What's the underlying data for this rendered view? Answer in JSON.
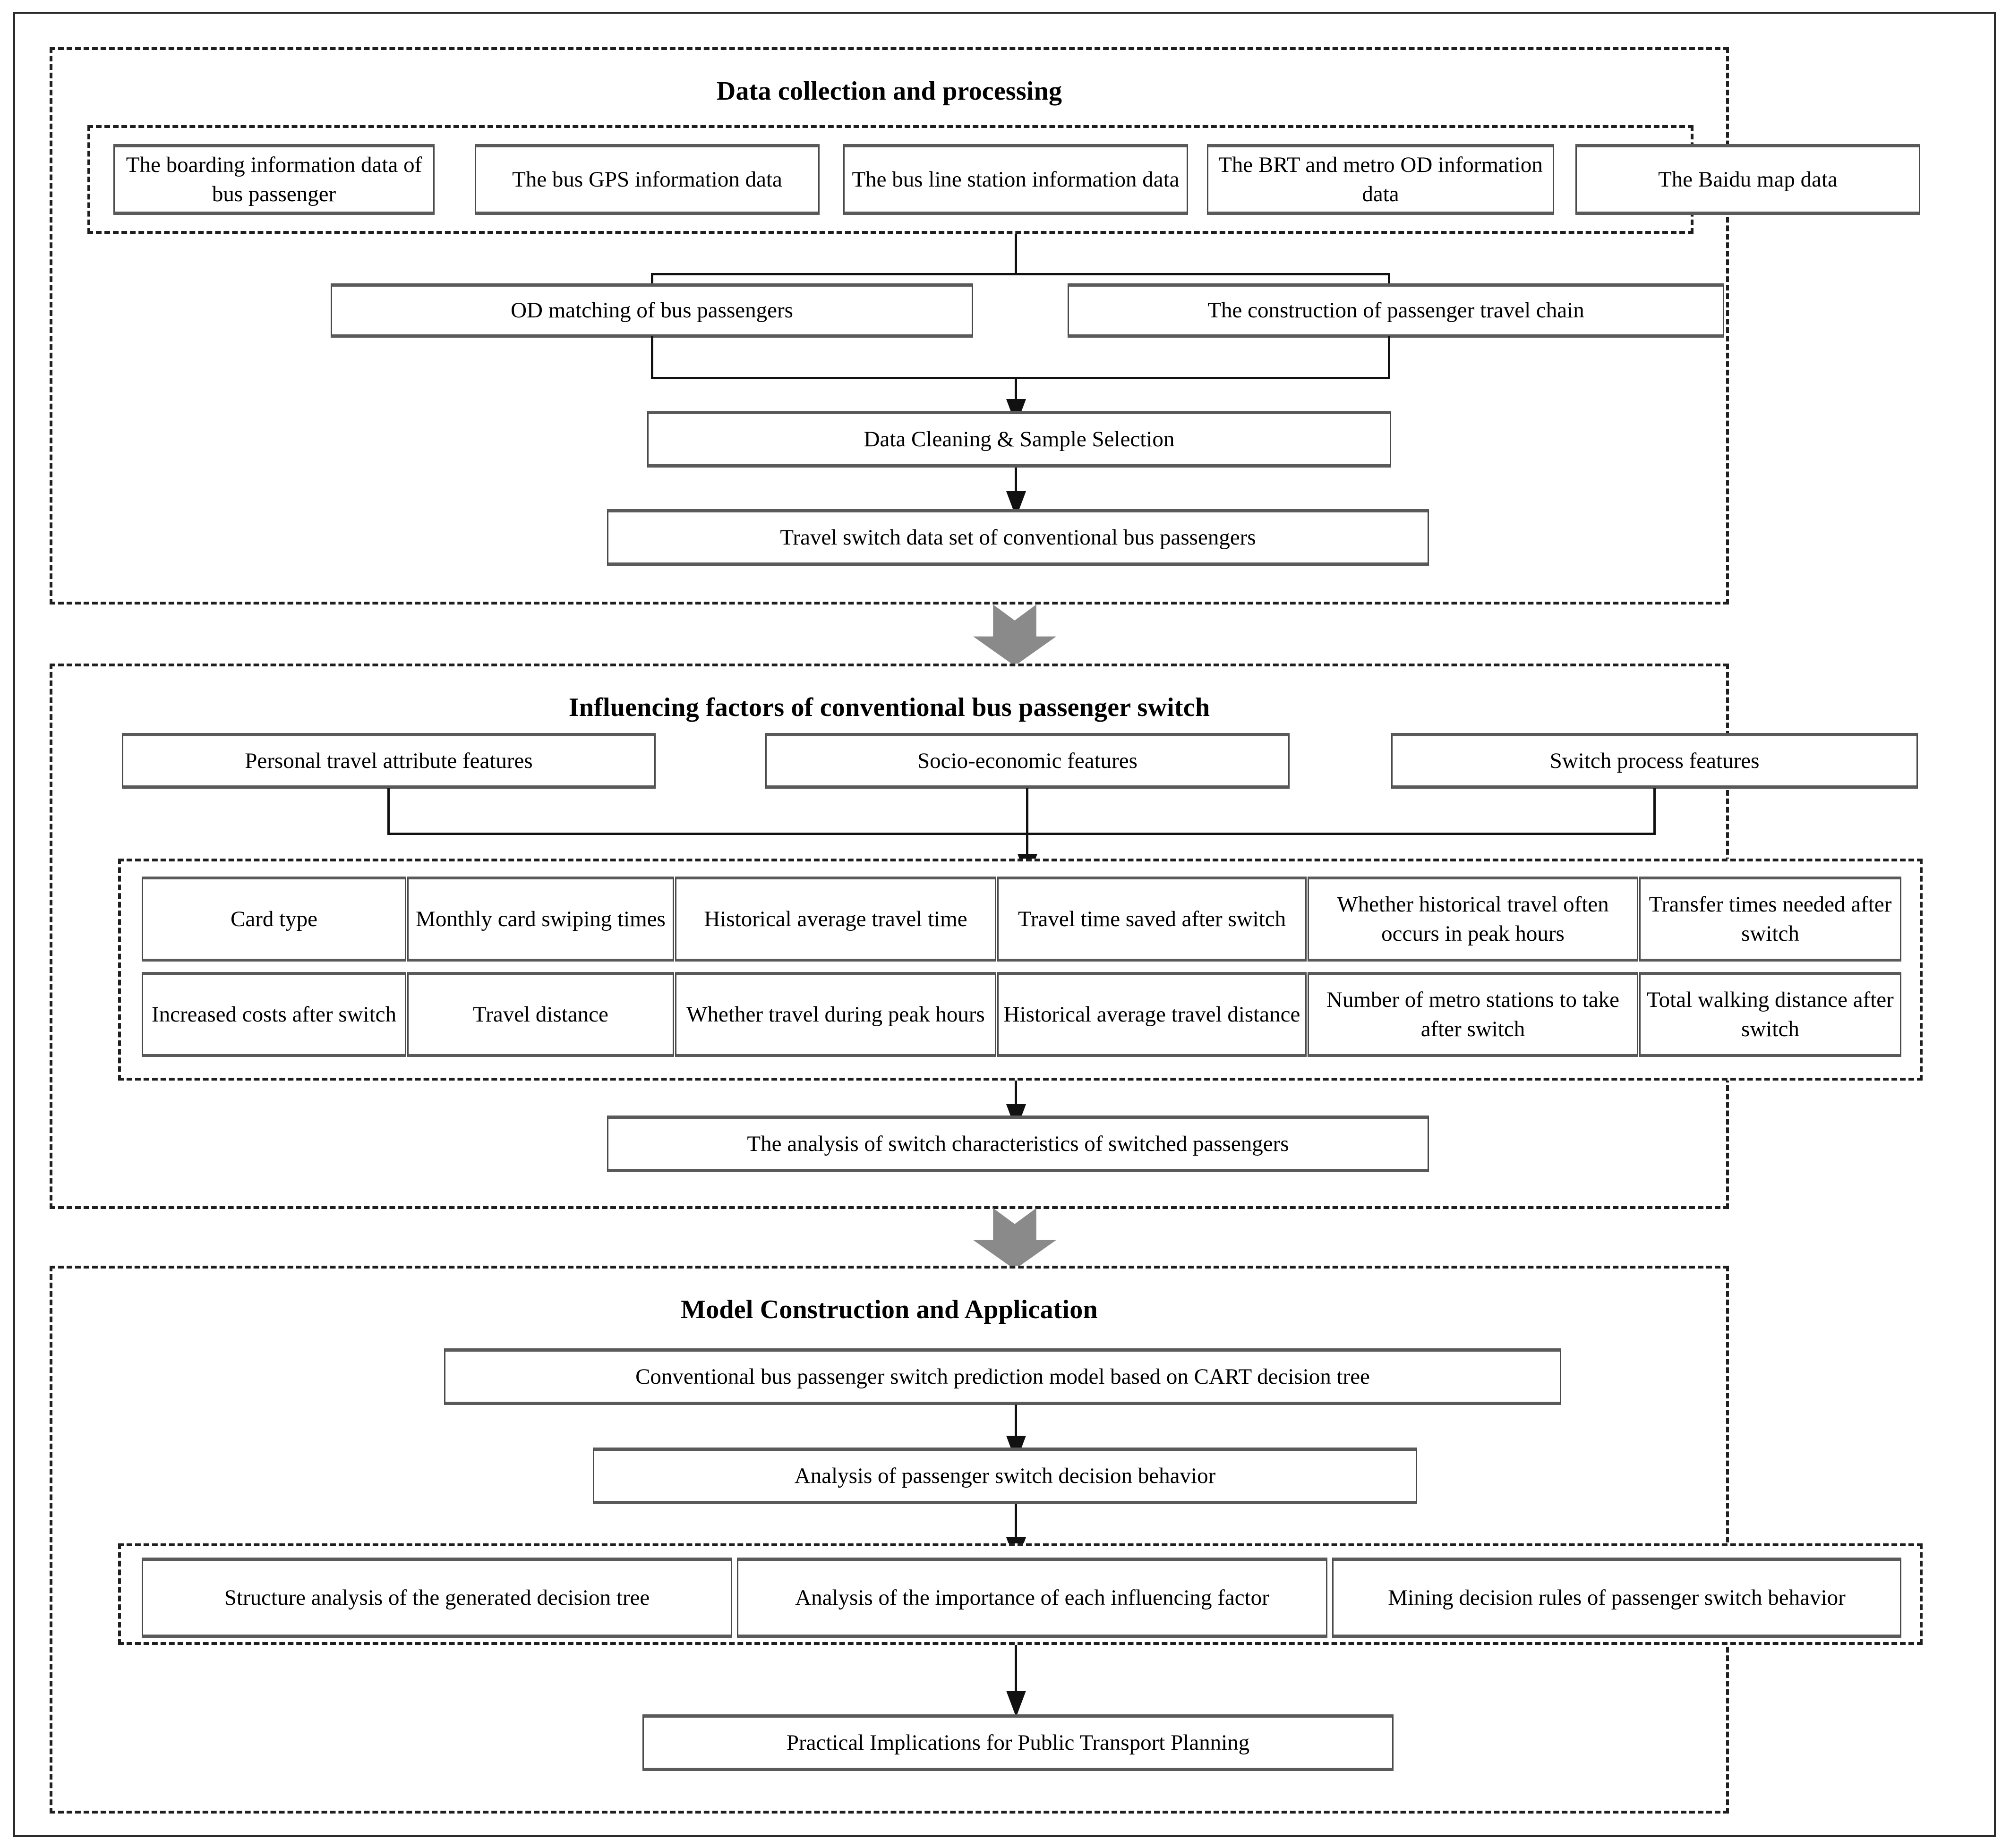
{
  "sections": [
    {
      "id": "data-collection",
      "title": "Data collection and processing",
      "data_sources": [
        "The boarding information data of bus passenger",
        "The bus GPS information data",
        "The bus line station information data",
        "The BRT and metro OD information data",
        "The Baidu map data"
      ],
      "process_left": "OD matching of  bus passengers",
      "process_right": "The construction of passenger travel chain",
      "cleaning": "Data Cleaning & Sample Selection",
      "output": "Travel switch data set of conventional bus passengers"
    },
    {
      "id": "influencing-factors",
      "title": "Influencing factors of conventional bus passenger switch",
      "categories": [
        "Personal travel attribute features",
        "Socio-economic features",
        "Switch process features"
      ],
      "features_row1": [
        "Card type",
        "Monthly card swiping times",
        "Historical average travel time",
        "Travel time saved after switch",
        "Whether historical travel often occurs in peak hours",
        "Transfer times needed after switch"
      ],
      "features_row2": [
        "Increased costs after switch",
        "Travel distance",
        "Whether travel during peak hours",
        "Historical average travel distance",
        "Number of metro stations to take after switch",
        "Total walking distance after switch"
      ],
      "analysis": "The analysis of switch characteristics of switched passengers"
    },
    {
      "id": "model-construction",
      "title": "Model Construction and Application",
      "model": "Conventional bus passenger switch prediction model based on CART decision tree",
      "behavior": "Analysis of passenger switch decision behavior",
      "analyses": [
        "Structure analysis of the generated decision tree",
        "Analysis of the importance of each influencing factor",
        "Mining decision rules of passenger switch behavior"
      ],
      "implications": "Practical Implications for Public Transport Planning"
    }
  ],
  "colors": {
    "box_border": "#4a4a4a",
    "box_shadow_edge": "#5a5a5a",
    "dashed_border": "#1f1f1f",
    "connector": "#111111",
    "grey_arrow": "#8a8a8a",
    "frame": "#2b2b2b"
  }
}
